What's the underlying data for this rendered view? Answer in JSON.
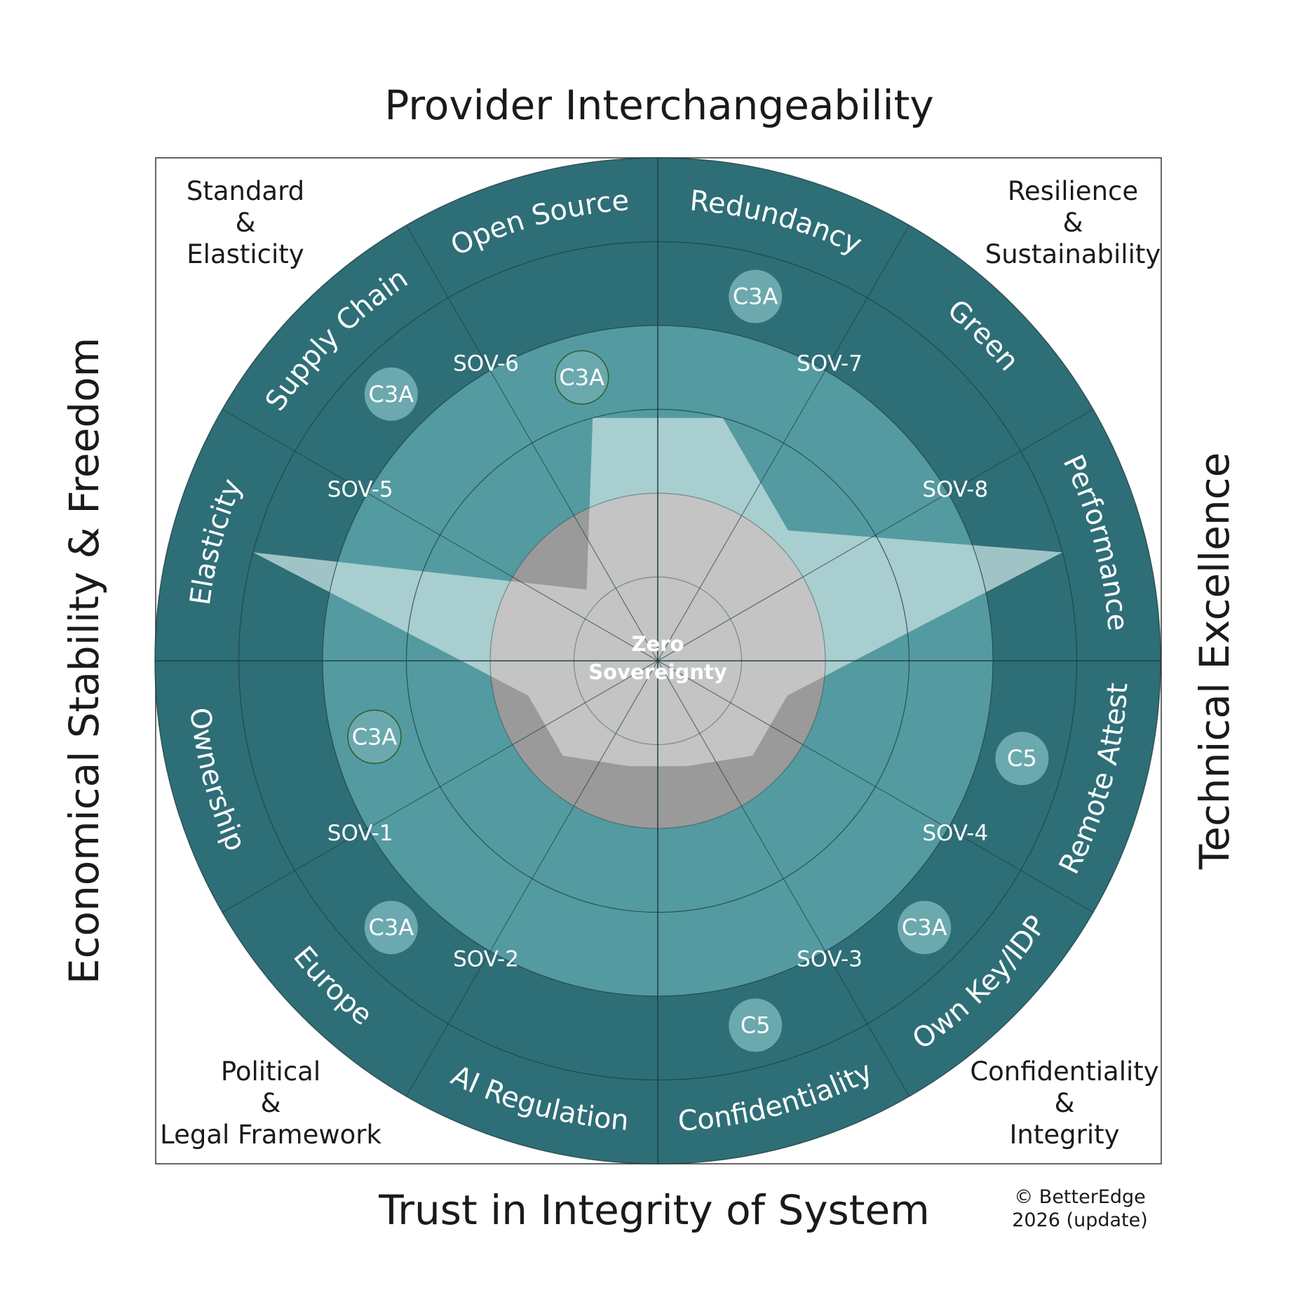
{
  "titles": {
    "top": "Provider Interchangeability",
    "bottom": "Trust in Integrity of System",
    "left": "Economical Stability & Freedom",
    "right": "Technical Excellence"
  },
  "corners": {
    "top_left": [
      "Standard",
      "&",
      "Elasticity"
    ],
    "top_right": [
      "Resilience",
      "&",
      "Sustainability"
    ],
    "bottom_left": [
      "Political",
      "&",
      "Legal Framework"
    ],
    "bottom_right": [
      "Confidentiality",
      "&",
      "Integrity"
    ]
  },
  "center": [
    "Zero",
    "Sovereignty"
  ],
  "copyright": [
    "© BetterEdge",
    "2026 (update)"
  ],
  "colors": {
    "outer_ring": "#2e6e77",
    "inner_area": "#549aa1",
    "core": "#c4c4c4",
    "core_dark": "#9a9a9a",
    "polygon": "#c0dcdc",
    "badge": "#6ba9ae",
    "badge_outline": "#2f5f2f"
  },
  "chart_data": {
    "type": "radar",
    "axes": [
      {
        "label": "Redundancy",
        "value": 3.0
      },
      {
        "label": "Green",
        "value": 2.2
      },
      {
        "label": "Performance",
        "value": 5.0
      },
      {
        "label": "Remote Attest",
        "value": 1.6
      },
      {
        "label": "Own Key/IDP",
        "value": 1.6
      },
      {
        "label": "Confidentiality",
        "value": 1.3
      },
      {
        "label": "AI Regulation",
        "value": 1.3
      },
      {
        "label": "Europe",
        "value": 1.6
      },
      {
        "label": "Ownership",
        "value": 1.6
      },
      {
        "label": "Elasticity",
        "value": 5.0
      },
      {
        "label": "Supply Chain",
        "value": 1.2
      },
      {
        "label": "Open Source",
        "value": 3.0
      }
    ],
    "rmax": 6,
    "sov_labels": [
      "SOV-1",
      "SOV-2",
      "SOV-3",
      "SOV-4",
      "SOV-5",
      "SOV-6",
      "SOV-7",
      "SOV-8"
    ],
    "badges": [
      {
        "label": "C3A",
        "segment": "Redundancy",
        "ring": 4
      },
      {
        "label": "C3A",
        "segment": "Supply Chain",
        "ring": 4
      },
      {
        "label": "C3A",
        "segment": "Open Source",
        "ring": 3,
        "outlined": true
      },
      {
        "label": "C5",
        "segment": "Remote Attest",
        "ring": 4
      },
      {
        "label": "C3A",
        "segment": "Own Key/IDP",
        "ring": 4
      },
      {
        "label": "C5",
        "segment": "Confidentiality",
        "ring": 4
      },
      {
        "label": "C3A",
        "segment": "Europe",
        "ring": 4
      },
      {
        "label": "C3A",
        "segment": "Ownership",
        "ring": 3,
        "outlined": true
      }
    ]
  }
}
